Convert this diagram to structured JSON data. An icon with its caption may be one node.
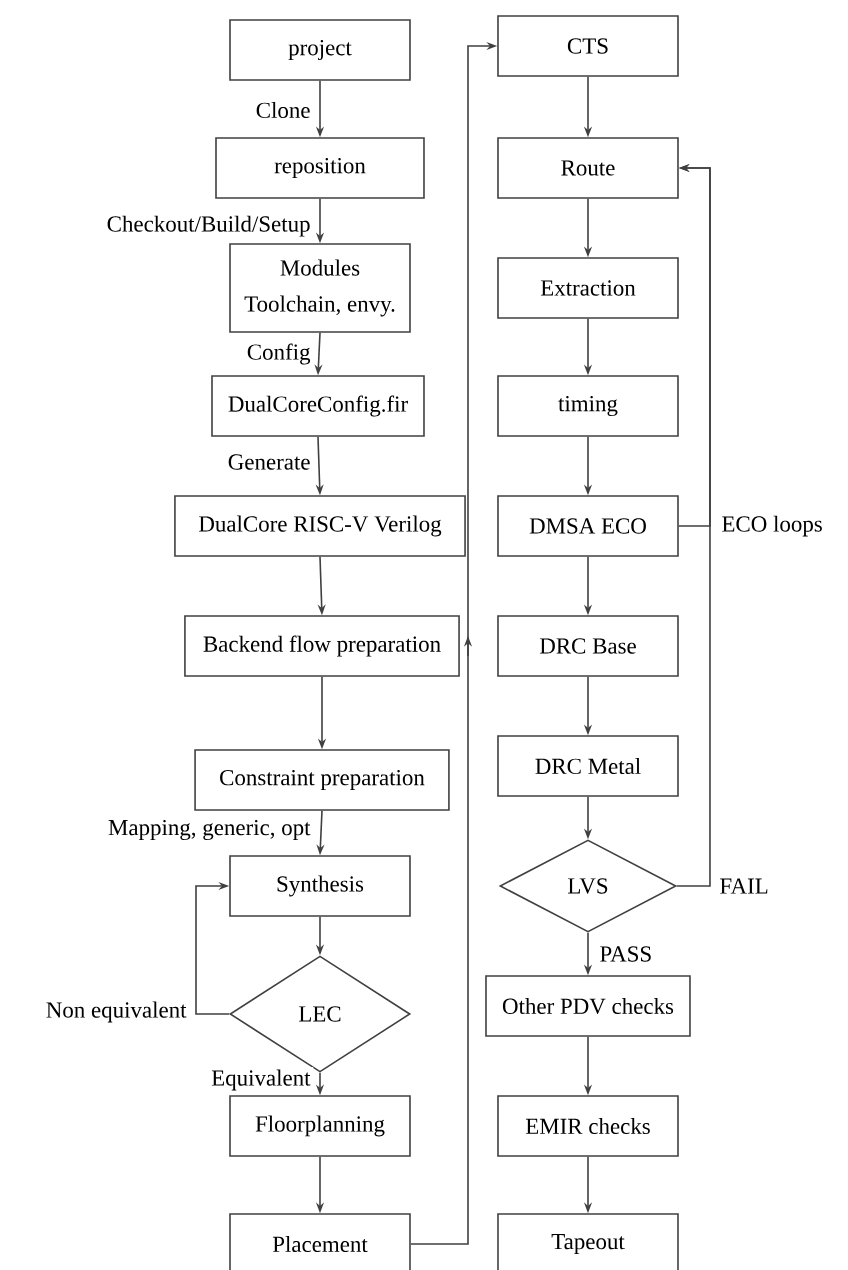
{
  "diagram": {
    "nodes": [
      {
        "text": [
          "project"
        ]
      },
      {
        "text": [
          "reposition"
        ]
      },
      {
        "text": [
          "Modules",
          "Toolchain, envy."
        ]
      },
      {
        "text": [
          "DualCoreConfig.fir"
        ]
      },
      {
        "text": [
          "DualCore RISC-V Verilog"
        ]
      },
      {
        "text": [
          "Backend flow preparation"
        ]
      },
      {
        "text": [
          "Constraint preparation"
        ]
      },
      {
        "text": [
          "Synthesis"
        ]
      },
      {
        "text": [
          "LEC"
        ]
      },
      {
        "text": [
          "Floorplanning"
        ]
      },
      {
        "text": [
          "Placement"
        ]
      },
      {
        "text": [
          "CTS"
        ]
      },
      {
        "text": [
          "Route"
        ]
      },
      {
        "text": [
          "Extraction"
        ]
      },
      {
        "text": [
          "timing"
        ]
      },
      {
        "text": [
          "DMSA ECO"
        ]
      },
      {
        "text": [
          "DRC Base"
        ]
      },
      {
        "text": [
          "DRC Metal"
        ]
      },
      {
        "text": [
          "LVS"
        ]
      },
      {
        "text": [
          "Other PDV checks"
        ]
      },
      {
        "text": [
          "EMIR checks"
        ]
      },
      {
        "text": [
          "Tapeout"
        ]
      }
    ],
    "edges": [
      {
        "from": 0,
        "to": 1,
        "arrow": "to",
        "label": "Clone"
      },
      {
        "from": 1,
        "to": 2,
        "arrow": "to",
        "label": "Checkout/Build/Setup"
      },
      {
        "from": 2,
        "to": 3,
        "arrow": "to",
        "label": "Config"
      },
      {
        "from": 3,
        "to": 4,
        "arrow": "to",
        "label": "Generate"
      },
      {
        "from": 4,
        "to": 5,
        "arrow": "to"
      },
      {
        "from": 5,
        "to": 6,
        "arrow": "to"
      },
      {
        "from": 6,
        "to": 7,
        "arrow": "to",
        "label": "Mapping, generic, opt"
      },
      {
        "from": 7,
        "to": 8,
        "arrow": "to"
      },
      {
        "from": 8,
        "to": 7,
        "arrow": "to",
        "label": "Non equivalent"
      },
      {
        "from": 8,
        "to": 9,
        "arrow": "to",
        "label": "Equivalent"
      },
      {
        "from": 9,
        "to": 10,
        "arrow": "to"
      },
      {
        "from": 10,
        "to": 11,
        "arrow": "to"
      },
      {
        "from": 11,
        "to": 12,
        "arrow": "to"
      },
      {
        "from": 12,
        "to": 13,
        "arrow": "to"
      },
      {
        "from": 13,
        "to": 14,
        "arrow": "to"
      },
      {
        "from": 14,
        "to": 15,
        "arrow": "to"
      },
      {
        "from": 15,
        "to": 16,
        "arrow": "to"
      },
      {
        "from": 15,
        "to": 12,
        "arrow": "to",
        "label": "ECO loops"
      },
      {
        "from": 16,
        "to": 17,
        "arrow": "to"
      },
      {
        "from": 17,
        "to": 18,
        "arrow": "to"
      },
      {
        "from": 18,
        "to": 12,
        "arrow": "to",
        "label": "FAIL"
      },
      {
        "from": 18,
        "to": 19,
        "arrow": "to",
        "label": "PASS"
      },
      {
        "from": 19,
        "to": 20,
        "arrow": "to"
      },
      {
        "from": 20,
        "to": 21,
        "arrow": "to"
      }
    ]
  }
}
